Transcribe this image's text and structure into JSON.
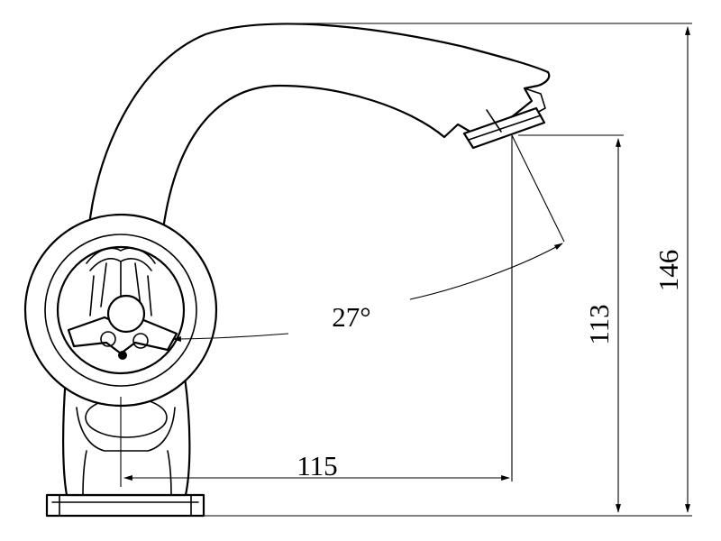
{
  "dimensions": {
    "height_total": "146",
    "height_outlet": "113",
    "reach": "115",
    "angle": "27°"
  }
}
